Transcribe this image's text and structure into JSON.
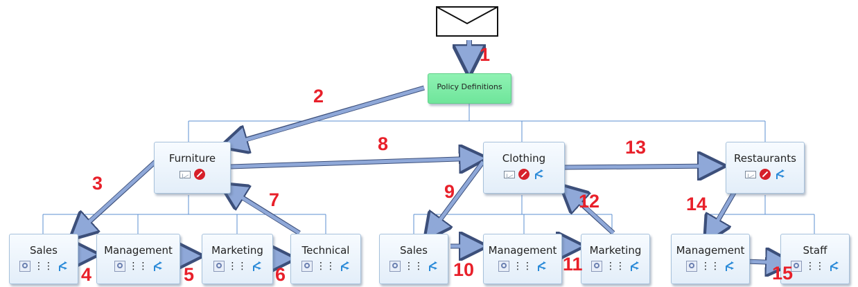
{
  "root": {
    "label": "Policy Definitions"
  },
  "nodes": {
    "furniture": {
      "label": "Furniture"
    },
    "clothing": {
      "label": "Clothing"
    },
    "restaurants": {
      "label": "Restaurants"
    },
    "furniture_sales": {
      "label": "Sales"
    },
    "furniture_management": {
      "label": "Management"
    },
    "furniture_marketing": {
      "label": "Marketing"
    },
    "furniture_technical": {
      "label": "Technical"
    },
    "clothing_sales": {
      "label": "Sales"
    },
    "clothing_management": {
      "label": "Management"
    },
    "clothing_marketing": {
      "label": "Marketing"
    },
    "restaurants_management": {
      "label": "Management"
    },
    "restaurants_staff": {
      "label": "Staff"
    }
  },
  "steps": [
    "1",
    "2",
    "3",
    "4",
    "5",
    "6",
    "7",
    "8",
    "9",
    "10",
    "11",
    "12",
    "13",
    "14",
    "15"
  ],
  "colors": {
    "step_number": "#e8202a",
    "connector": "#5b8fd0",
    "arrow_fill": "#8fa8d8",
    "arrow_stroke": "#3c4f7a",
    "root_fill": "#78eaa4"
  }
}
